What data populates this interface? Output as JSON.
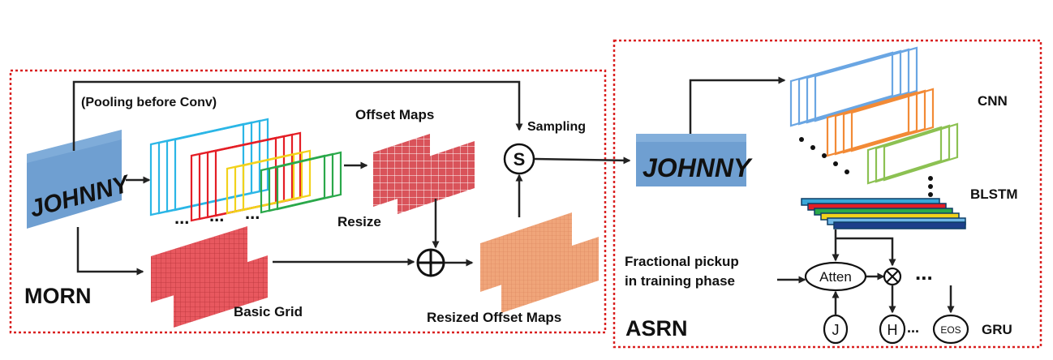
{
  "morn": {
    "title": "MORN",
    "pooling_note": "(Pooling before Conv)",
    "offset_maps_label": "Offset Maps",
    "sampling_label": "Sampling",
    "sampler_symbol": "S",
    "resize_label": "Resize",
    "basic_grid_label": "Basic Grid",
    "resized_offset_maps_label": "Resized Offset Maps",
    "input_word": "JOHNNY",
    "ellipsis": "..."
  },
  "asrn": {
    "title": "ASRN",
    "cnn_label": "CNN",
    "blstm_label": "BLSTM",
    "gru_label": "GRU",
    "fractional_line1": "Fractional pickup",
    "fractional_line2": "in training phase",
    "atten_label": "Atten",
    "j_label": "J",
    "h_label": "H",
    "eos_label": "EOS",
    "rectified_word": "JOHNNY",
    "ellipsis": "..."
  },
  "colors": {
    "frame_border": "#d92020",
    "arrow": "#222222",
    "image_bg": "#6f9fd1",
    "feature_cyan": "#2bb6e6",
    "feature_red": "#e41e26",
    "feature_yellow": "#f2d21b",
    "feature_green": "#2aa84a",
    "offset_map": "#d9535a",
    "basic_grid": "#e8585f",
    "resized_offset_map": "#f0a57a",
    "cnn_blue": "#6aa6e3",
    "cnn_orange": "#f28a36",
    "cnn_green": "#8cc152"
  }
}
